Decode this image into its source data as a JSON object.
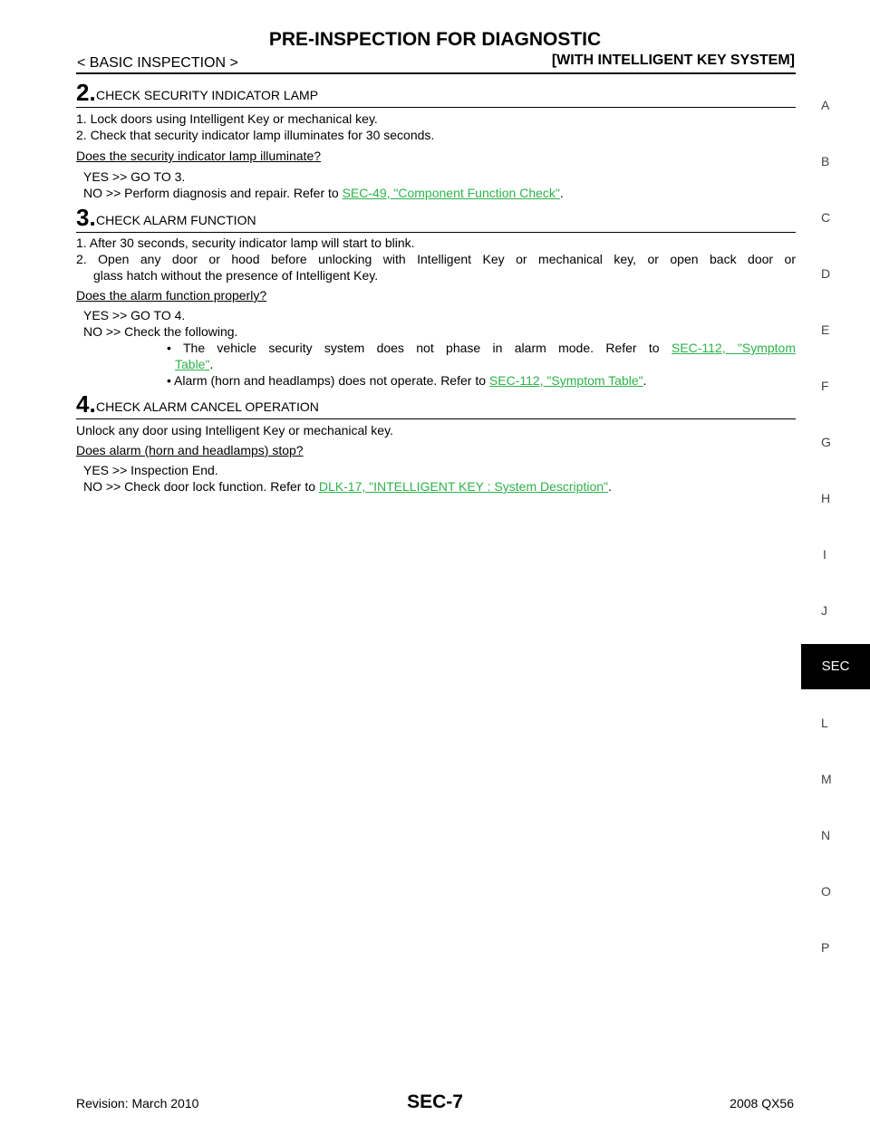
{
  "header": {
    "title": "PRE-INSPECTION FOR DIAGNOSTIC",
    "section": "< BASIC INSPECTION >",
    "system": "[WITH INTELLIGENT KEY SYSTEM]"
  },
  "steps": [
    {
      "number": "2.",
      "heading": "CHECK SECURITY INDICATOR LAMP",
      "items": [
        "1. Lock doors using Intelligent Key or mechanical key.",
        "2. Check that security indicator lamp illuminates for 30 seconds."
      ],
      "question": "Does the security indicator lamp illuminate?",
      "yes": "YES >> GO TO 3.",
      "no_prefix": "NO >> Perform diagnosis and repair. Refer to ",
      "no_link": "SEC-49, \"Component Function Check\"",
      "no_suffix": "."
    },
    {
      "number": "3.",
      "heading": "CHECK ALARM FUNCTION",
      "items": [
        "1. After 30 seconds, security indicator lamp will start to blink.",
        "2. Open any door or hood before unlocking with Intelligent Key or mechanical key, or open back door or",
        "glass hatch without the presence of Intelligent Key."
      ],
      "question": "Does the alarm function properly?",
      "yes": "YES >> GO TO 4.",
      "no": "NO >> Check the following.",
      "bullet1_prefix": "• The vehicle security system does not phase in alarm mode. Refer to ",
      "bullet1_link_a": "SEC-112, \"Symptom",
      "bullet1_link_b": "Table\"",
      "bullet1_suffix": ".",
      "bullet2_prefix": "• Alarm (horn and headlamps) does not operate. Refer to ",
      "bullet2_link": "SEC-112, \"Symptom Table\"",
      "bullet2_suffix": "."
    },
    {
      "number": "4.",
      "heading": "CHECK ALARM CANCEL OPERATION",
      "items": [
        "Unlock any door using Intelligent Key or mechanical key."
      ],
      "question": "Does alarm (horn and headlamps) stop?",
      "yes": "YES >> Inspection End.",
      "no_prefix": "NO >> Check door lock function. Refer to ",
      "no_link": "DLK-17, \"INTELLIGENT KEY : System Description\"",
      "no_suffix": "."
    }
  ],
  "side_tabs": [
    "A",
    "B",
    "C",
    "D",
    "E",
    "F",
    "G",
    "H",
    "I",
    "J",
    "SEC",
    "L",
    "M",
    "N",
    "O",
    "P"
  ],
  "footer": {
    "revision": "Revision: March 2010",
    "page": "SEC-7",
    "model": "2008 QX56"
  }
}
